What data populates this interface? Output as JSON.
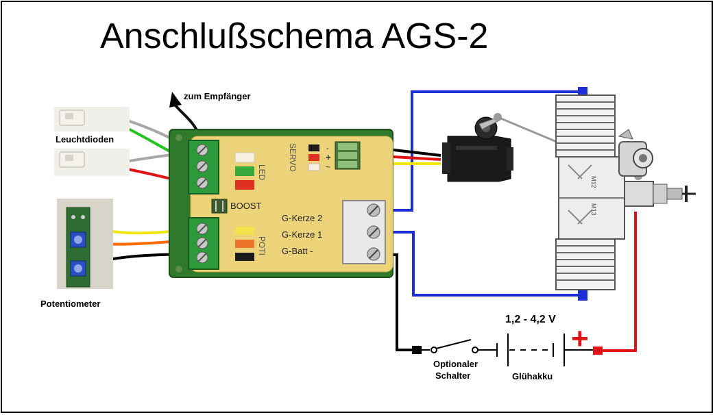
{
  "title": "Anschlußschema AGS-2",
  "labels": {
    "receiver": "zum Empfänger",
    "leds": "Leuchtdioden",
    "potentiometer": "Potentiometer",
    "voltage": "1,2 - 4,2 V",
    "switch_line1": "Optionaler",
    "switch_line2": "Schalter",
    "battery": "Glühakku",
    "plus": "+"
  },
  "board": {
    "servo": "SERVO",
    "servo_pins": [
      "-",
      "+",
      "~"
    ],
    "led": "LED",
    "boost": "BOOST",
    "poti": "POTI",
    "g_kerze_2": "G-Kerze 2",
    "g_kerze_1": "G-Kerze 1",
    "g_batt": "G-Batt -"
  },
  "engine_marks": [
    "M12",
    "M13"
  ],
  "colors": {
    "blue_wire": "#1c2fd6",
    "red_wire": "#e01414",
    "green_wire": "#22c51e",
    "gray_wire": "#a8a8a8",
    "yellow_wire": "#f2e60c",
    "orange_wire": "#ff6a00",
    "black_wire": "#000000",
    "pcb_yellow": "#ecd37a",
    "pcb_green": "#2e7a2a"
  }
}
